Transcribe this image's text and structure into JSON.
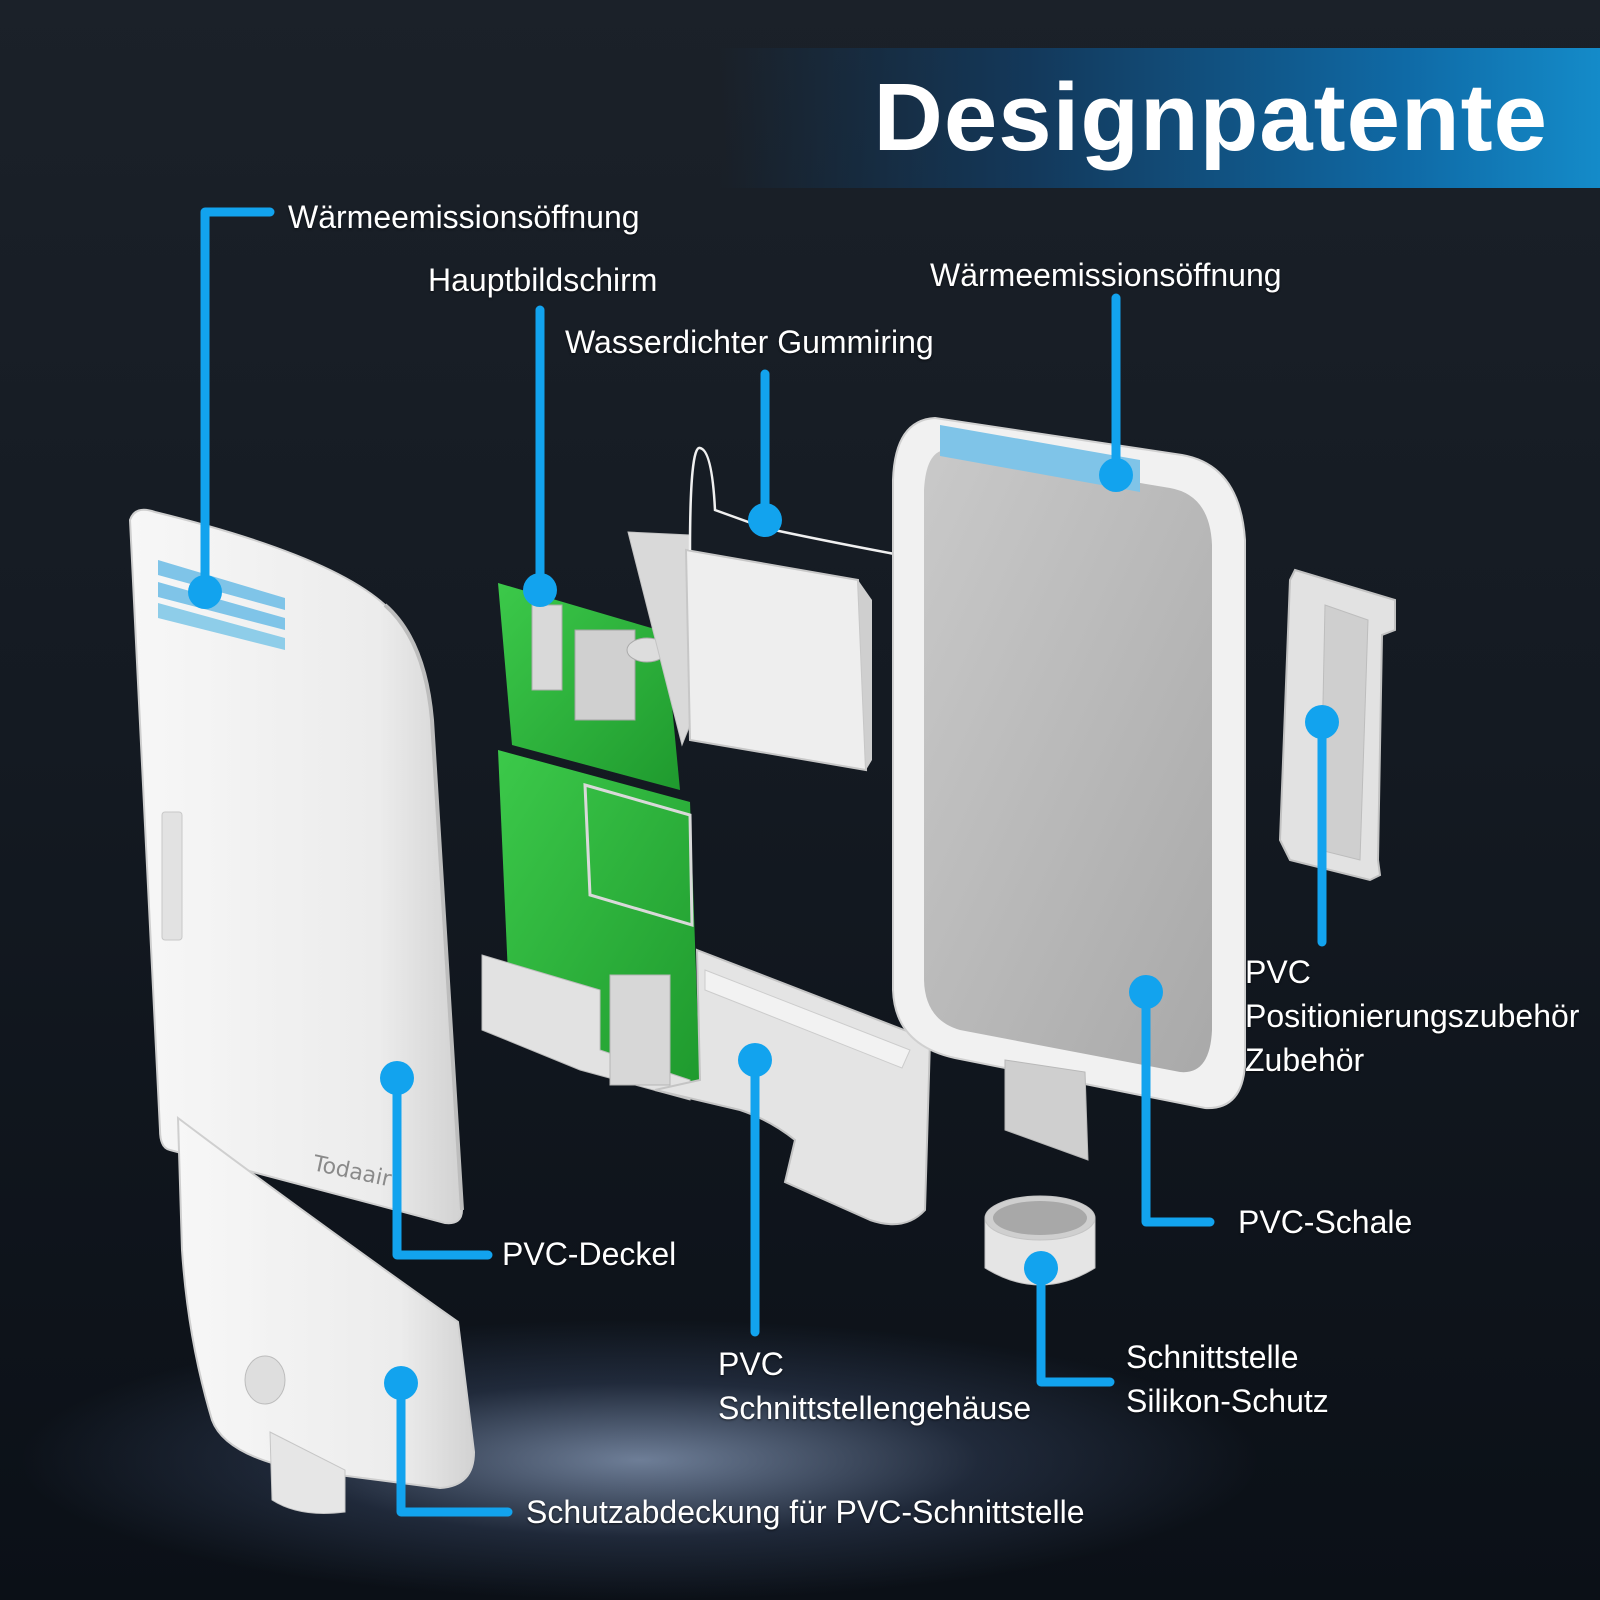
{
  "title": "Designpatente",
  "brand_mark": "Todaair",
  "colors": {
    "callout": "#12a3ee",
    "banner": "#0f6aa6",
    "background": "#141a22",
    "housing": "#eeeeee",
    "pcb": "#2eb839",
    "vent": "#7fc4e8"
  },
  "labels": {
    "vent_left": "Wärmeemissionsöffnung",
    "main_board": "Hauptbildschirm",
    "rubber_ring": "Wasserdichter Gummiring",
    "vent_right": "Wärmeemissionsöffnung",
    "positioning": [
      "PVC",
      "Positionierungszubehör",
      "Zubehör"
    ],
    "shell": "PVC-Schale",
    "lid": "PVC-Deckel",
    "interface_housing": [
      "PVC",
      "Schnittstellengehäuse"
    ],
    "silicone": [
      "Schnittstelle",
      "Silikon-Schutz"
    ],
    "cover": "Schutzabdeckung für PVC-Schnittstelle"
  }
}
